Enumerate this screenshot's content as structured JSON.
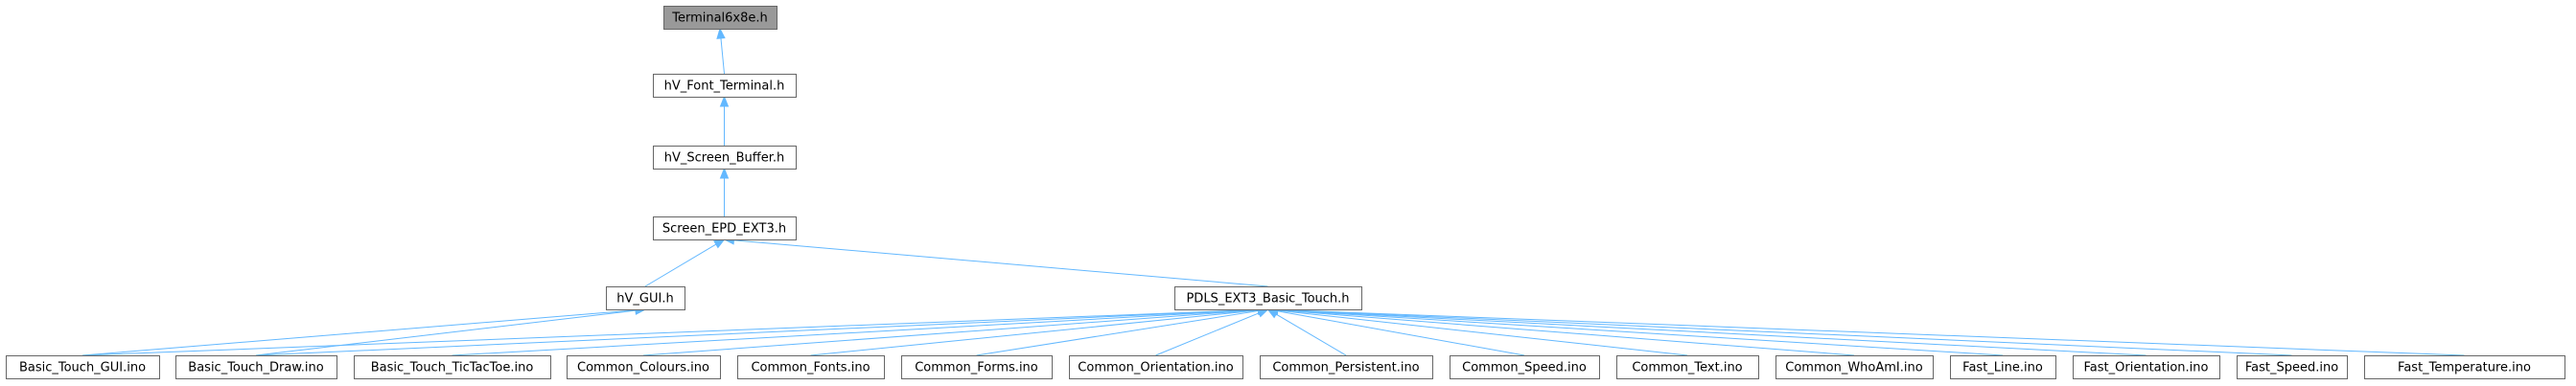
{
  "graph": {
    "colors": {
      "edge": "#63b8ff",
      "node_border": "#666666",
      "root_fill": "#999999",
      "node_fill": "#ffffff"
    },
    "nodes": [
      {
        "id": "terminal",
        "label": "Terminal6x8e.h",
        "root": true
      },
      {
        "id": "font",
        "label": "hV_Font_Terminal.h"
      },
      {
        "id": "buffer",
        "label": "hV_Screen_Buffer.h"
      },
      {
        "id": "screen",
        "label": "Screen_EPD_EXT3.h"
      },
      {
        "id": "gui",
        "label": "hV_GUI.h"
      },
      {
        "id": "pdls",
        "label": "PDLS_EXT3_Basic_Touch.h"
      },
      {
        "id": "btgui",
        "label": "Basic_Touch_GUI.ino"
      },
      {
        "id": "btdraw",
        "label": "Basic_Touch_Draw.ino"
      },
      {
        "id": "bttic",
        "label": "Basic_Touch_TicTacToe.ino"
      },
      {
        "id": "ccol",
        "label": "Common_Colours.ino"
      },
      {
        "id": "cfont",
        "label": "Common_Fonts.ino"
      },
      {
        "id": "cform",
        "label": "Common_Forms.ino"
      },
      {
        "id": "corient",
        "label": "Common_Orientation.ino"
      },
      {
        "id": "cpers",
        "label": "Common_Persistent.ino"
      },
      {
        "id": "cspeed",
        "label": "Common_Speed.ino"
      },
      {
        "id": "ctext",
        "label": "Common_Text.ino"
      },
      {
        "id": "cwho",
        "label": "Common_WhoAmI.ino"
      },
      {
        "id": "fline",
        "label": "Fast_Line.ino"
      },
      {
        "id": "forient",
        "label": "Fast_Orientation.ino"
      },
      {
        "id": "fspeed",
        "label": "Fast_Speed.ino"
      },
      {
        "id": "ftemp",
        "label": "Fast_Temperature.ino"
      }
    ],
    "edges": [
      {
        "from": "font",
        "to": "terminal"
      },
      {
        "from": "buffer",
        "to": "font"
      },
      {
        "from": "screen",
        "to": "buffer"
      },
      {
        "from": "gui",
        "to": "screen"
      },
      {
        "from": "pdls",
        "to": "screen"
      },
      {
        "from": "btgui",
        "to": "gui"
      },
      {
        "from": "btdraw",
        "to": "gui"
      },
      {
        "from": "btgui",
        "to": "pdls"
      },
      {
        "from": "btdraw",
        "to": "pdls"
      },
      {
        "from": "bttic",
        "to": "pdls"
      },
      {
        "from": "ccol",
        "to": "pdls"
      },
      {
        "from": "cfont",
        "to": "pdls"
      },
      {
        "from": "cform",
        "to": "pdls"
      },
      {
        "from": "corient",
        "to": "pdls"
      },
      {
        "from": "cpers",
        "to": "pdls"
      },
      {
        "from": "cspeed",
        "to": "pdls"
      },
      {
        "from": "ctext",
        "to": "pdls"
      },
      {
        "from": "cwho",
        "to": "pdls"
      },
      {
        "from": "fline",
        "to": "pdls"
      },
      {
        "from": "forient",
        "to": "pdls"
      },
      {
        "from": "fspeed",
        "to": "pdls"
      },
      {
        "from": "ftemp",
        "to": "pdls"
      }
    ]
  }
}
